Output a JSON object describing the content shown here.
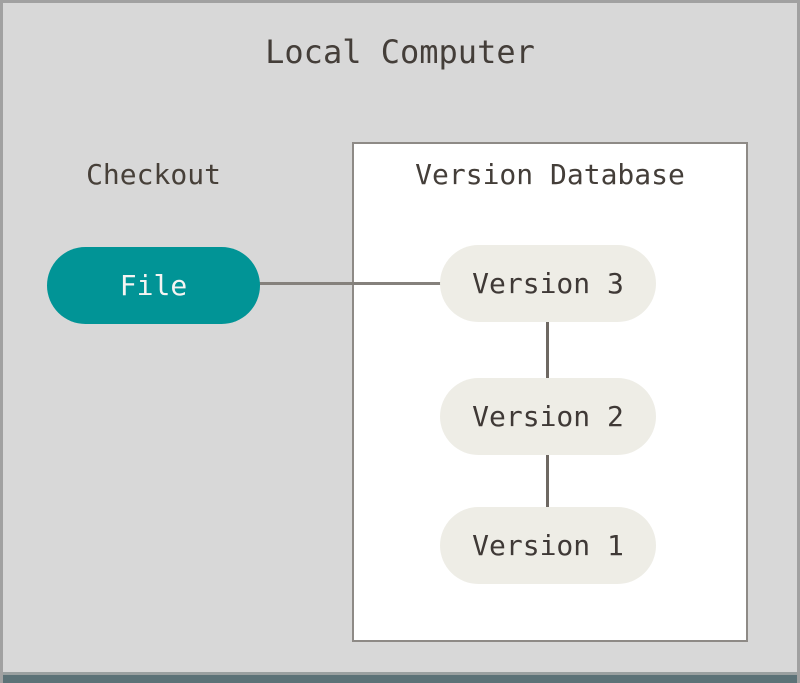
{
  "title": "Local Computer",
  "checkout": {
    "label": "Checkout",
    "file_label": "File"
  },
  "version_database": {
    "title": "Version Database",
    "versions": [
      {
        "label": "Version 3"
      },
      {
        "label": "Version 2"
      },
      {
        "label": "Version 1"
      }
    ]
  },
  "colors": {
    "canvas_bg": "#d8d8d8",
    "frame_border": "#a1a1a1",
    "bottom_band": "#5c7277",
    "file_pill_bg": "#019496",
    "file_pill_text": "#f5f4f2",
    "version_pill_bg": "#eeede6",
    "version_pill_text": "#3f3936",
    "box_bg": "#ffffff",
    "box_border": "#8e8a86",
    "connector": "#85817c",
    "heading_text": "#443e39"
  }
}
